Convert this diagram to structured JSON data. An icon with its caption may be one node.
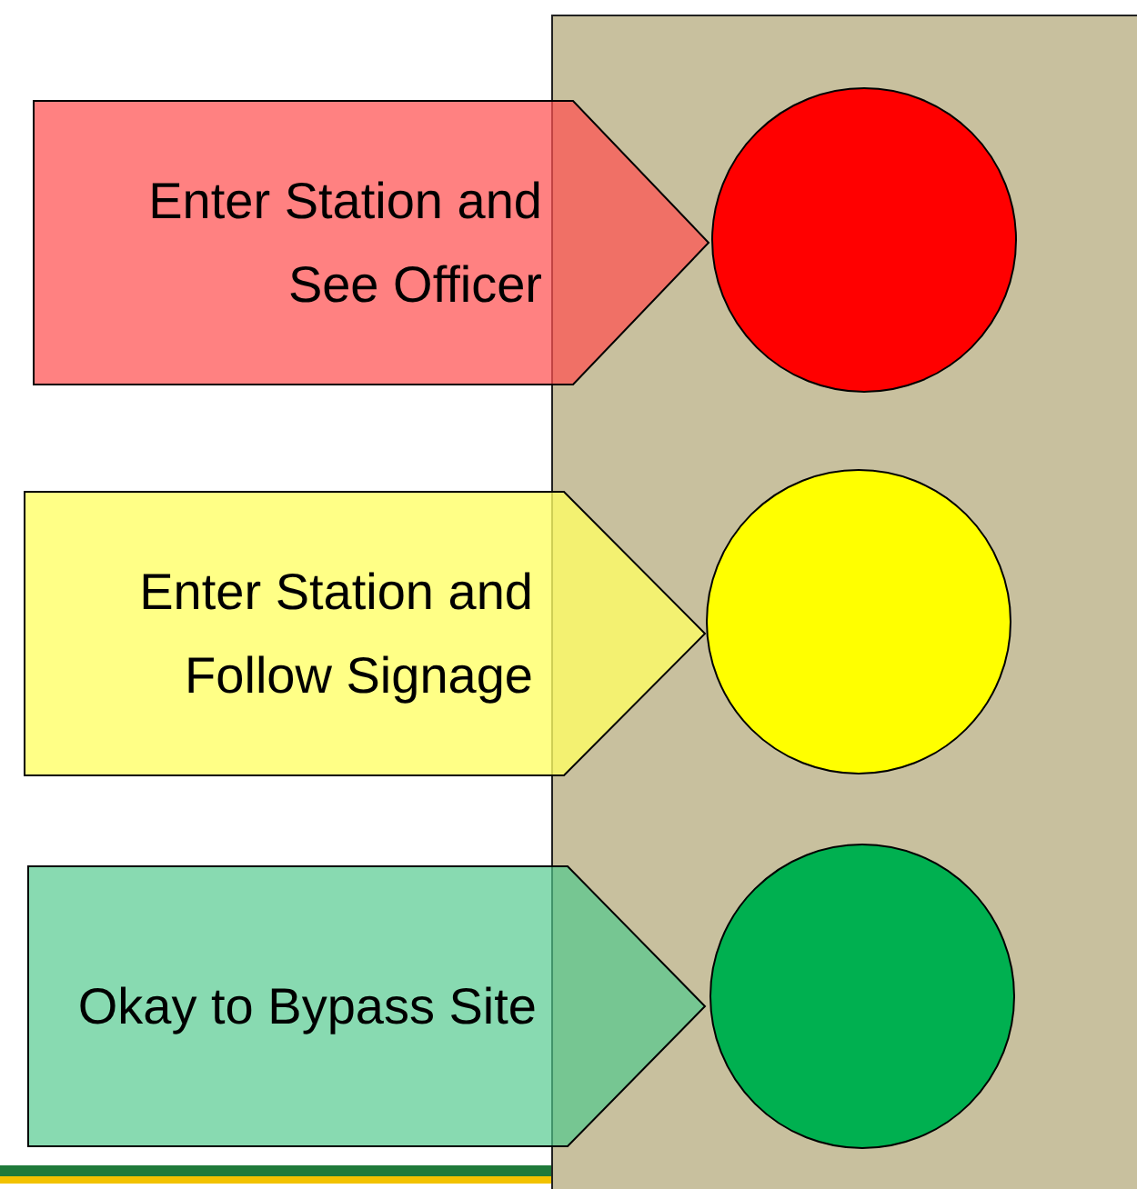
{
  "diagram": {
    "nodes": [
      {
        "text": [],
        "shape": "box"
      },
      {
        "text": [
          "Enter Station and See Officer"
        ]
      },
      {
        "text": [],
        "shape": "circle",
        "in": 0
      },
      {
        "text": [
          "Enter Station and Follow Signage"
        ]
      },
      {
        "text": [],
        "shape": "circle",
        "in": 0
      },
      {
        "text": [
          "Okay to Bypass Site"
        ]
      },
      {
        "text": [],
        "shape": "circle",
        "in": 0
      }
    ]
  }
}
